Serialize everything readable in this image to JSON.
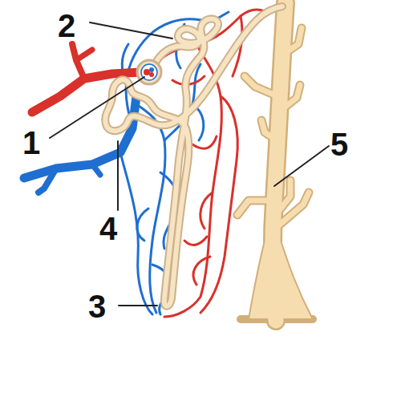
{
  "diagram": {
    "labels": [
      "2",
      "1",
      "5",
      "4",
      "3"
    ]
  }
}
